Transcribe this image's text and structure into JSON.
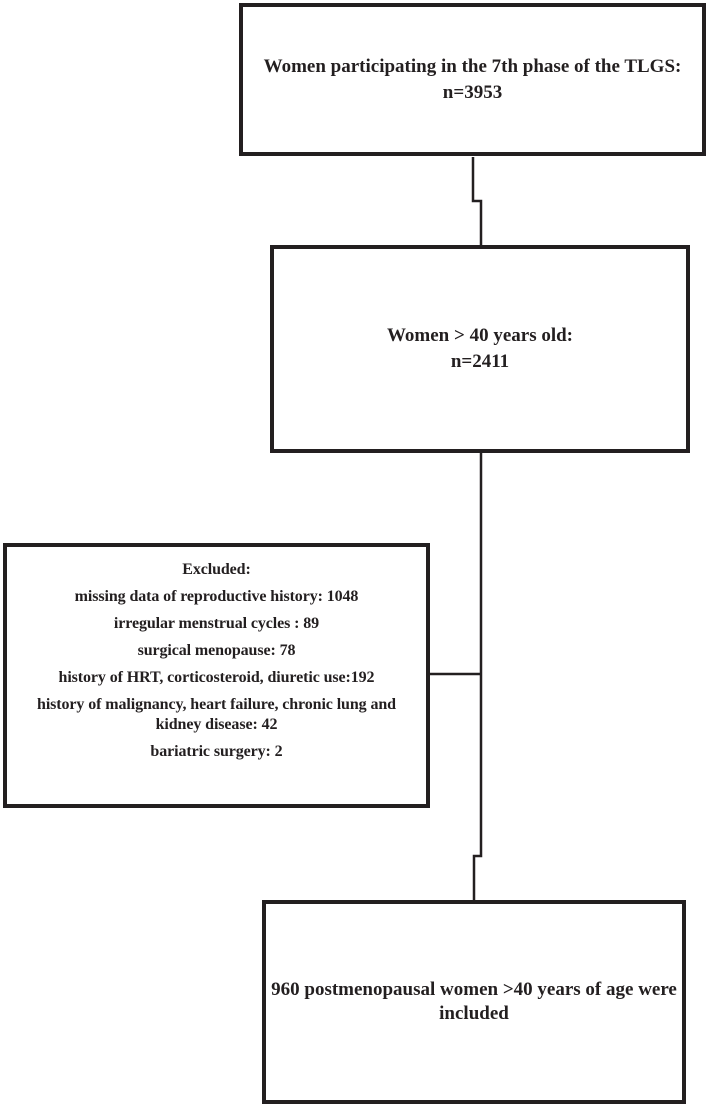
{
  "figure": {
    "type": "participant-flow-diagram",
    "colors": {
      "line": "#231f20",
      "text": "#231f20",
      "background": "#ffffff"
    },
    "boxes": {
      "source": {
        "label": "Women participating in the 7th phase of the TLGS:",
        "count": "n=3953"
      },
      "age_filter": {
        "label": "Women > 40 years old:",
        "count": "n=2411"
      },
      "excluded": {
        "title": "Excluded:",
        "items": {
          "reproductive_history": "missing data of reproductive history: 1048",
          "irregular_cycles": "irregular menstrual cycles : 89",
          "surgical_menopause": "surgical menopause: 78",
          "medication_history": "history of HRT, corticosteroid, diuretic use:192",
          "comorbidity_history": "history of malignancy, heart failure, chronic lung and\nkidney disease: 42",
          "bariatric_surgery": "bariatric surgery: 2"
        }
      },
      "included": {
        "label": "960 postmenopausal women >40 years of age were\nincluded"
      }
    }
  }
}
